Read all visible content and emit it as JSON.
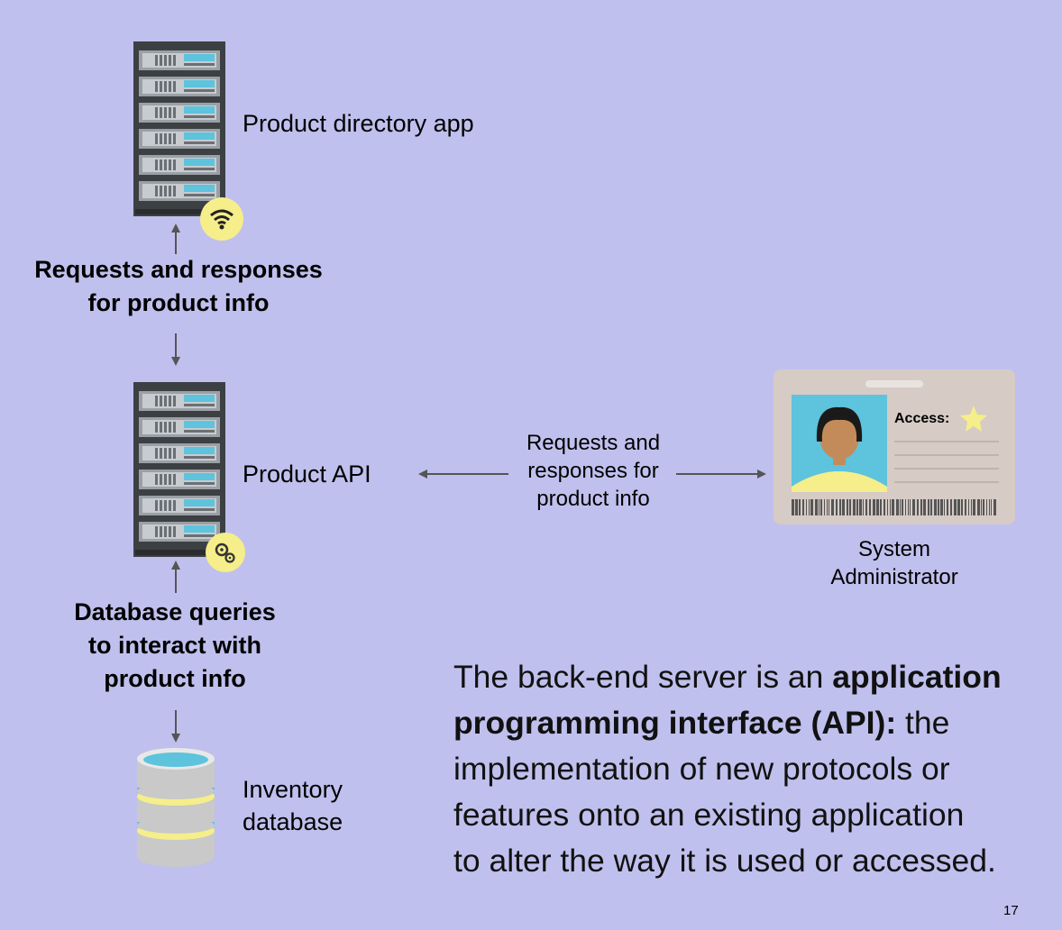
{
  "nodes": {
    "app_server": {
      "label": "Product directory app",
      "icon": "server-rack-icon",
      "badge_icon": "wifi-icon"
    },
    "api_server": {
      "label": "Product API",
      "icon": "server-rack-icon",
      "badge_icon": "gears-icon"
    },
    "database": {
      "label_line1": "Inventory",
      "label_line2": "database",
      "icon": "database-icon"
    },
    "admin": {
      "label_line1": "System",
      "label_line2": "Administrator",
      "icon": "id-badge-icon",
      "badge_text": "Access:"
    }
  },
  "edges": {
    "app_api": {
      "line1": "Requests and responses",
      "line2": "for product info"
    },
    "api_db": {
      "line1": "Database queries",
      "line2": "to interact with",
      "line3": "product info"
    },
    "api_admin": {
      "line1": "Requests and",
      "line2": "responses for",
      "line3": "product info"
    }
  },
  "paragraph": {
    "part1": "The back-end server is an ",
    "bold1": "application",
    "bold2": "programming interface (API):",
    "part2": " the",
    "line3": "implementation of new protocols or",
    "line4": "features onto an existing application",
    "line5": "to alter the way it is used or accessed."
  },
  "page_number": "17",
  "colors": {
    "background": "#c0c0ee",
    "server_body": "#3c4043",
    "server_screen": "#5ec3dc",
    "badge_yellow": "#f5ee8a",
    "db_body": "#c9c9c9",
    "db_top": "#5ec3dc",
    "card": "#d6cbc5",
    "arrow": "#555555"
  }
}
